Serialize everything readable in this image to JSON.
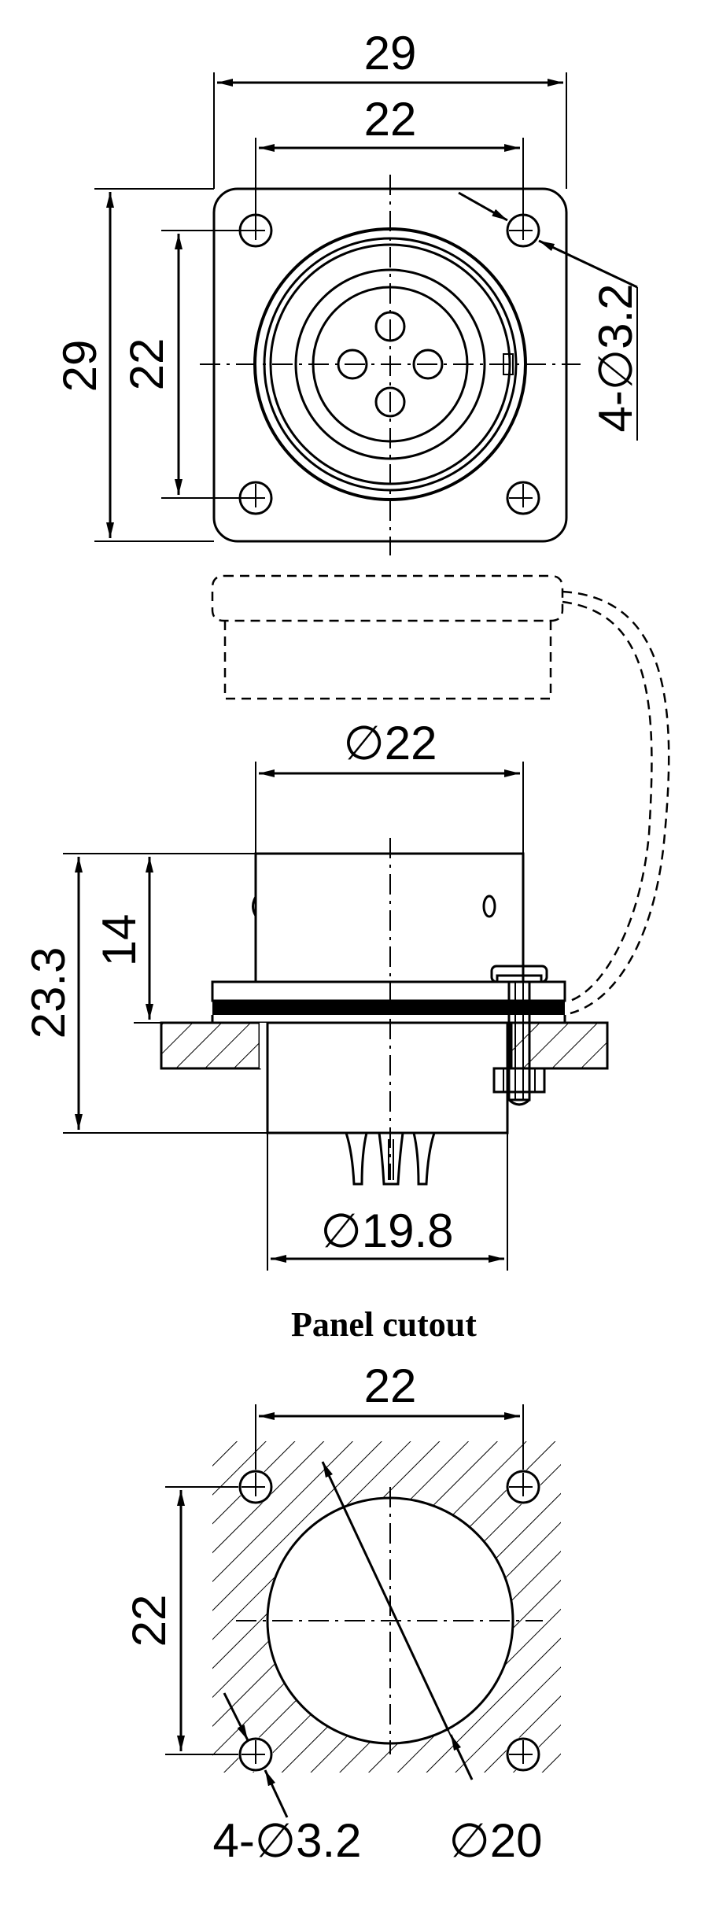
{
  "top_view": {
    "outer_width": "29",
    "hole_spacing_width": "22",
    "outer_height": "29",
    "hole_spacing_height": "22",
    "mount_holes": "4-∅3.2"
  },
  "side_view": {
    "body_diameter": "∅22",
    "total_height": "23.3",
    "upper_height": "14",
    "rear_diameter": "∅19.8"
  },
  "panel_cutout": {
    "title": "Panel cutout",
    "hole_spacing_width": "22",
    "hole_spacing_height": "22",
    "mount_holes": "4-∅3.2",
    "cutout_diameter": "∅20"
  }
}
